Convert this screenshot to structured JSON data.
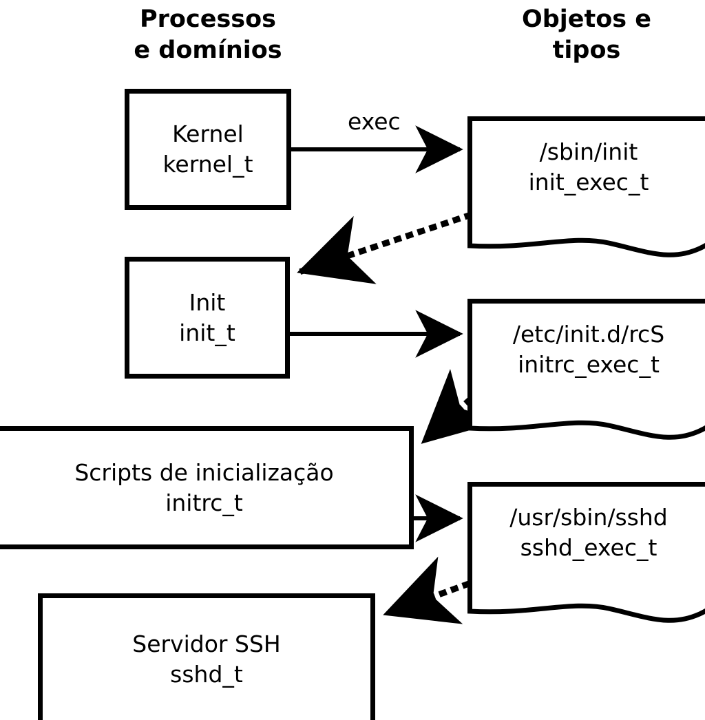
{
  "headers": {
    "left": "Processos\ne domínios",
    "right": "Objetos e\ntipos"
  },
  "process_boxes": [
    {
      "name": "kernel",
      "line1": "Kernel",
      "line2": "kernel_t"
    },
    {
      "name": "init",
      "line1": "Init",
      "line2": "init_t"
    },
    {
      "name": "initrc",
      "line1": "Scripts de inicialização",
      "line2": "initrc_t"
    },
    {
      "name": "sshd",
      "line1": "Servidor SSH",
      "line2": "sshd_t"
    }
  ],
  "object_docs": [
    {
      "name": "init-exec",
      "line1": "/sbin/init",
      "line2": "init_exec_t"
    },
    {
      "name": "initrc-exec",
      "line1": "/etc/init.d/rcS",
      "line2": "initrc_exec_t"
    },
    {
      "name": "sshd-exec",
      "line1": "/usr/sbin/sshd",
      "line2": "sshd_exec_t"
    }
  ],
  "edges": [
    {
      "name": "kernel-exec-init",
      "label": "exec",
      "style": "solid",
      "from": "kernel",
      "to": "init-exec"
    },
    {
      "name": "init-exec-to-init",
      "label": "",
      "style": "dotted",
      "from": "init-exec",
      "to": "init"
    },
    {
      "name": "init-exec-rcs",
      "label": "",
      "style": "solid",
      "from": "init",
      "to": "initrc-exec"
    },
    {
      "name": "initrc-exec-to-initrc",
      "label": "",
      "style": "dotted",
      "from": "initrc-exec",
      "to": "initrc"
    },
    {
      "name": "initrc-exec-sshd",
      "label": "",
      "style": "solid",
      "from": "initrc",
      "to": "sshd-exec"
    },
    {
      "name": "sshd-exec-to-sshd",
      "label": "",
      "style": "dotted",
      "from": "sshd-exec",
      "to": "sshd"
    }
  ],
  "colors": {
    "stroke": "#000000",
    "background": "#ffffff"
  }
}
